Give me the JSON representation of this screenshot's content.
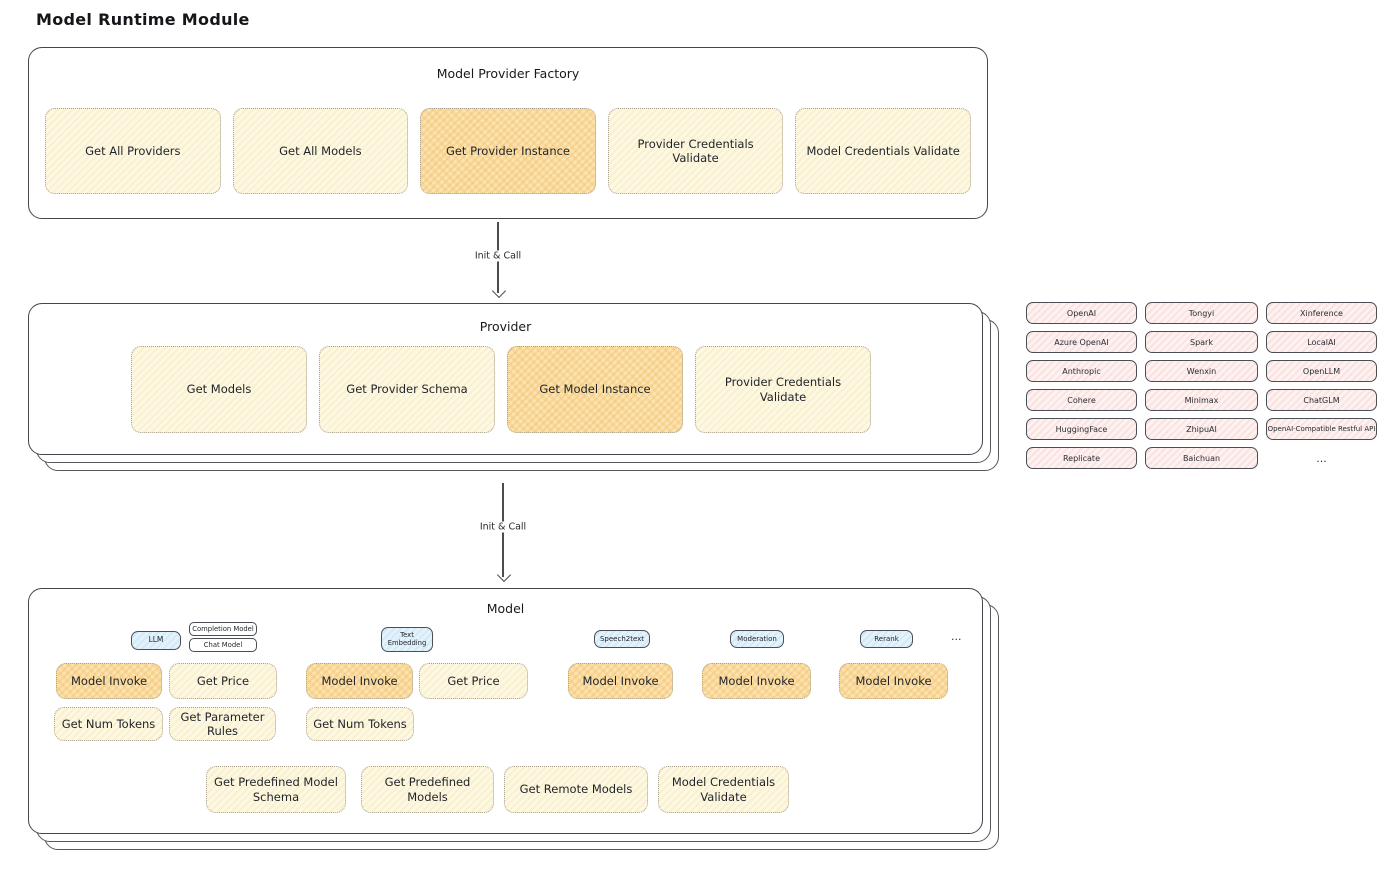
{
  "title": "Model Runtime Module",
  "colors": {
    "highlight_orange": "#f6d08e",
    "box_yellow": "#fbf4d8",
    "chip_pink": "#fbe9e7",
    "tag_blue": "#d9ecf8",
    "stroke_dark": "#43464a"
  },
  "factory": {
    "title": "Model Provider Factory",
    "items": [
      {
        "label": "Get All Providers",
        "highlighted": false
      },
      {
        "label": "Get All Models",
        "highlighted": false
      },
      {
        "label": "Get Provider Instance",
        "highlighted": true
      },
      {
        "label": "Provider Credentials Validate",
        "highlighted": false
      },
      {
        "label": "Model Credentials Validate",
        "highlighted": false
      }
    ]
  },
  "arrows": {
    "factory_to_provider": "Init & Call",
    "provider_to_model": "Init & Call"
  },
  "provider": {
    "title": "Provider",
    "items": [
      {
        "label": "Get Models",
        "highlighted": false
      },
      {
        "label": "Get Provider Schema",
        "highlighted": false
      },
      {
        "label": "Get Model Instance",
        "highlighted": true
      },
      {
        "label": "Provider Credentials Validate",
        "highlighted": false
      }
    ]
  },
  "provider_grid": {
    "rows": [
      [
        "OpenAI",
        "Tongyi",
        "Xinference"
      ],
      [
        "Azure OpenAI",
        "Spark",
        "LocalAI"
      ],
      [
        "Anthropic",
        "Wenxin",
        "OpenLLM"
      ],
      [
        "Cohere",
        "Minimax",
        "ChatGLM"
      ],
      [
        "HuggingFace",
        "ZhipuAI",
        "OpenAI-Compatible Restful API"
      ],
      [
        "Replicate",
        "Baichuan",
        "..."
      ]
    ]
  },
  "model": {
    "title": "Model",
    "tags_ellipsis": "...",
    "groups": [
      {
        "tag": "LLM",
        "subtags": [
          "Completion Model",
          "Chat Model"
        ],
        "functions": [
          {
            "label": "Model Invoke",
            "highlighted": true
          },
          {
            "label": "Get Price",
            "highlighted": false
          },
          {
            "label": "Get Num Tokens",
            "highlighted": false
          },
          {
            "label": "Get Parameter Rules",
            "highlighted": false
          }
        ]
      },
      {
        "tag": "Text Embedding",
        "functions": [
          {
            "label": "Model Invoke",
            "highlighted": true
          },
          {
            "label": "Get Price",
            "highlighted": false
          },
          {
            "label": "Get Num Tokens",
            "highlighted": false
          }
        ]
      },
      {
        "tag": "Speech2text",
        "functions": [
          {
            "label": "Model Invoke",
            "highlighted": true
          }
        ]
      },
      {
        "tag": "Moderation",
        "functions": [
          {
            "label": "Model Invoke",
            "highlighted": true
          }
        ]
      },
      {
        "tag": "Rerank",
        "functions": [
          {
            "label": "Model Invoke",
            "highlighted": true
          }
        ]
      }
    ],
    "shared_functions": [
      {
        "label": "Get Predefined Model Schema"
      },
      {
        "label": "Get Predefined Models"
      },
      {
        "label": "Get Remote Models"
      },
      {
        "label": "Model Credentials Validate"
      }
    ]
  }
}
